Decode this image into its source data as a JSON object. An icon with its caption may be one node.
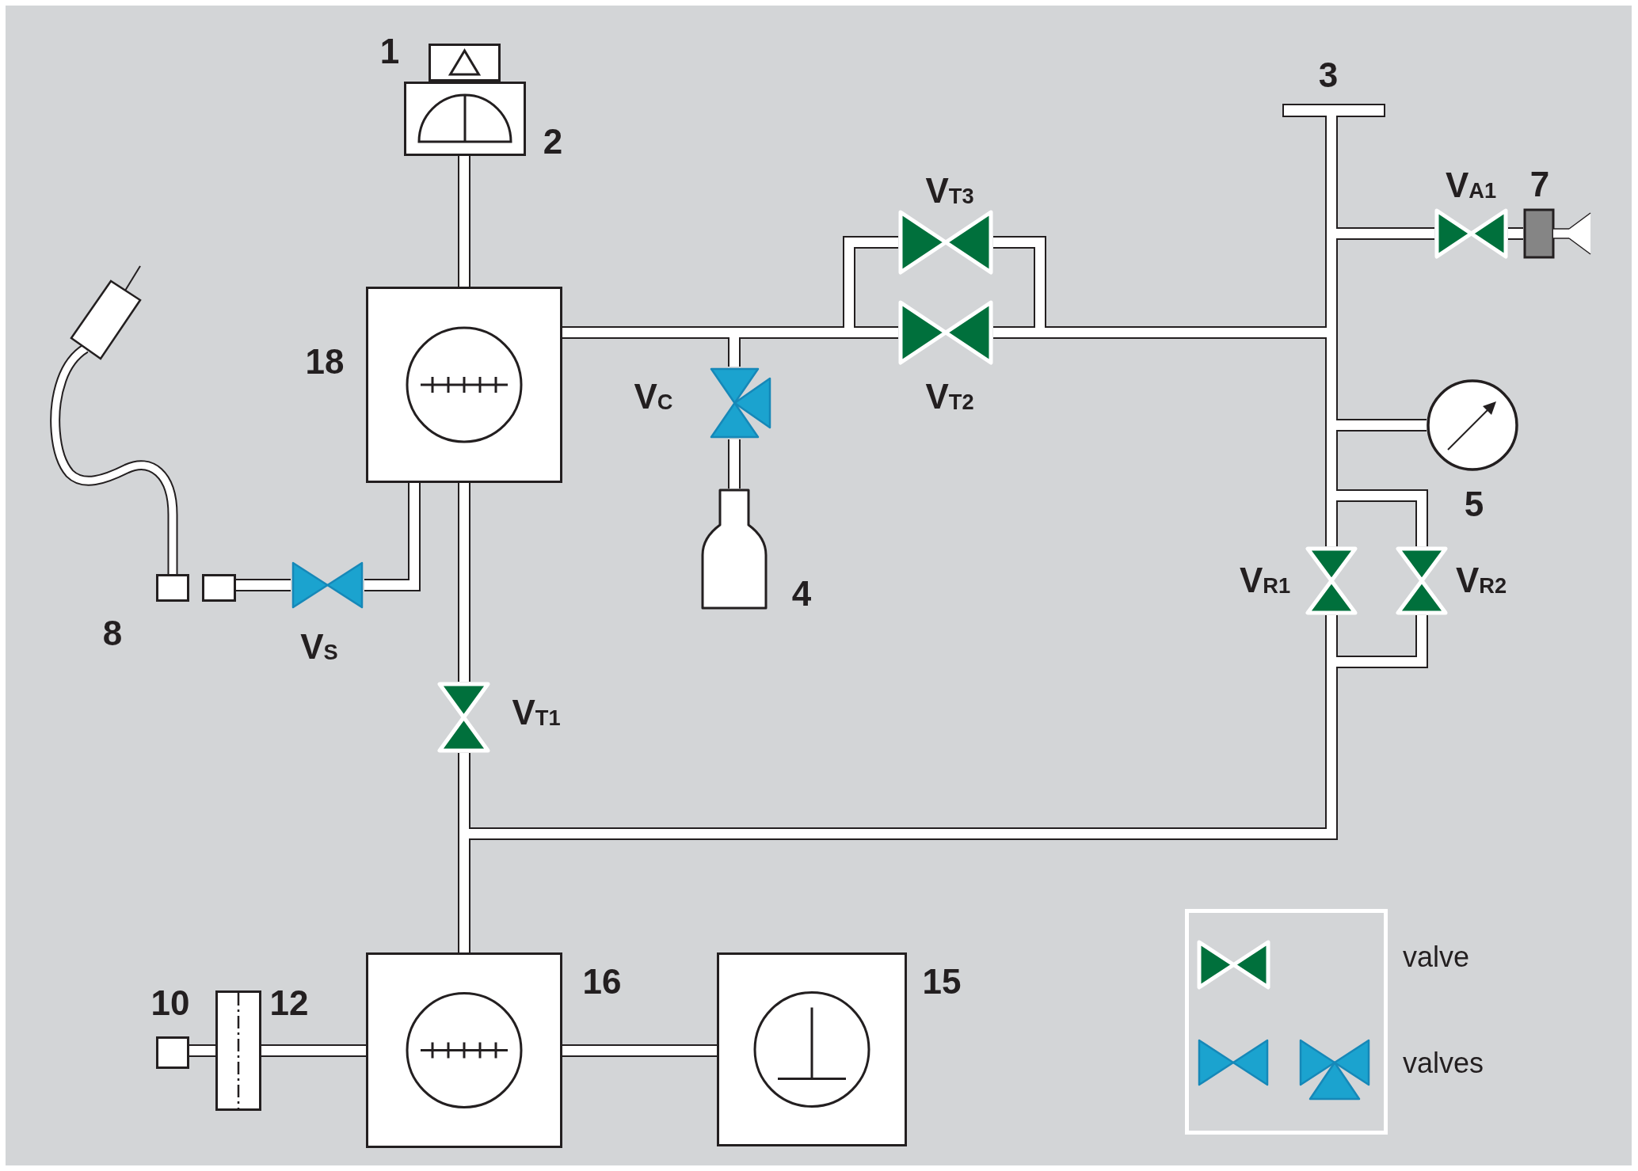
{
  "diagram": {
    "nodes": [
      {
        "text": [
          "1"
        ]
      },
      {
        "text": [
          "2"
        ]
      },
      {
        "text": [
          "3"
        ]
      },
      {
        "text": [
          "V$_{T3}$"
        ]
      },
      {
        "text": [
          "V$_{A1}$"
        ]
      },
      {
        "text": [
          "7"
        ]
      },
      {
        "text": [
          "18"
        ]
      },
      {
        "text": [
          "V$_{C}$"
        ]
      },
      {
        "text": [
          "V$_{T2}$"
        ]
      },
      {
        "text": [
          "5"
        ]
      },
      {
        "text": [
          "4"
        ]
      },
      {
        "text": [
          "V$_{R1}$"
        ]
      },
      {
        "text": [
          "V$_{R2}$"
        ]
      },
      {
        "text": [
          "8"
        ]
      },
      {
        "text": [
          "V$_{S}$"
        ]
      },
      {
        "text": [
          "V$_{T1}$"
        ]
      },
      {
        "text": [
          "10"
        ]
      },
      {
        "text": [
          "12"
        ]
      },
      {
        "text": [
          "16"
        ]
      },
      {
        "text": [
          "15"
        ]
      }
    ],
    "edges": [
      {
        "from": 1,
        "to": 6,
        "arrow": "none"
      },
      {
        "from": 6,
        "to": 7,
        "arrow": "none"
      },
      {
        "from": 6,
        "to": 3,
        "arrow": "none"
      },
      {
        "from": 6,
        "to": 8,
        "arrow": "none"
      },
      {
        "from": 7,
        "to": 10,
        "arrow": "none"
      },
      {
        "from": 3,
        "to": 8,
        "arrow": "none"
      },
      {
        "from": 3,
        "to": 8,
        "arrow": "none"
      },
      {
        "from": 3,
        "to": 2,
        "arrow": "none"
      },
      {
        "from": 3,
        "to": 4,
        "arrow": "none"
      },
      {
        "from": 3,
        "to": 9,
        "arrow": "none"
      },
      {
        "from": 3,
        "to": 11,
        "arrow": "none"
      },
      {
        "from": 3,
        "to": 12,
        "arrow": "none"
      },
      {
        "from": 8,
        "to": 2,
        "arrow": "none"
      },
      {
        "from": 8,
        "to": 4,
        "arrow": "none"
      },
      {
        "from": 8,
        "to": 9,
        "arrow": "none"
      },
      {
        "from": 8,
        "to": 11,
        "arrow": "none"
      },
      {
        "from": 8,
        "to": 12,
        "arrow": "none"
      },
      {
        "from": 4,
        "to": 5,
        "arrow": "none"
      },
      {
        "from": 11,
        "to": 18,
        "arrow": "none"
      },
      {
        "from": 12,
        "to": 18,
        "arrow": "none"
      },
      {
        "from": 11,
        "to": 15,
        "arrow": "none"
      },
      {
        "from": 12,
        "to": 15,
        "arrow": "none"
      },
      {
        "from": 6,
        "to": 15,
        "arrow": "none"
      },
      {
        "from": 15,
        "to": 18,
        "arrow": "none"
      },
      {
        "from": 6,
        "to": 14,
        "arrow": "none"
      },
      {
        "from": 14,
        "to": 13,
        "arrow": "none"
      },
      {
        "from": 18,
        "to": 19,
        "arrow": "none"
      },
      {
        "from": 18,
        "to": 17,
        "arrow": "none"
      },
      {
        "from": 17,
        "to": 16,
        "arrow": "none"
      }
    ],
    "legend": [
      {
        "text": "valve"
      },
      {
        "text": "valves"
      }
    ]
  }
}
